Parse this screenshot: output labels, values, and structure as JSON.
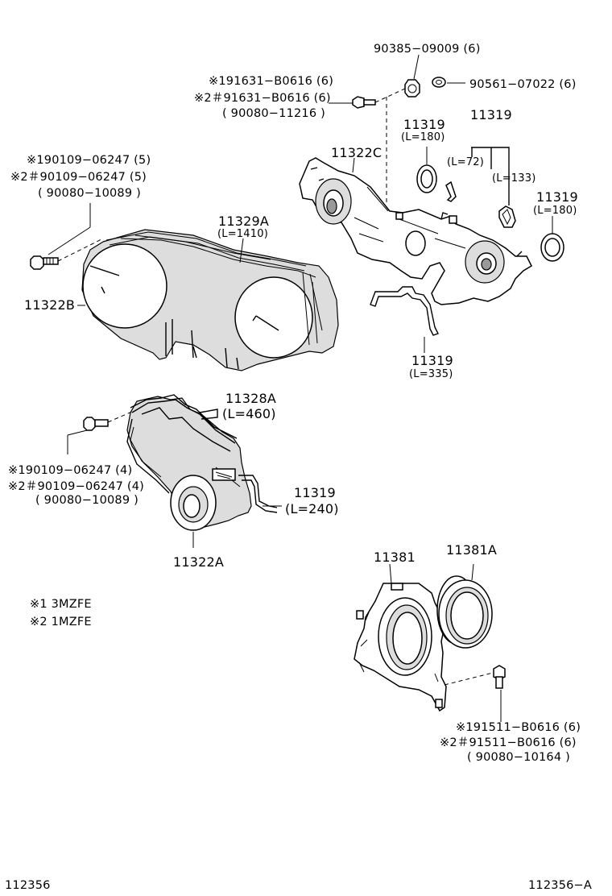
{
  "labels": {
    "nut_90385": "90385−09009 (6)",
    "washer_90561": "90561−07022 (6)",
    "bolt_top_1": "※191631−B0616 (6)",
    "bolt_top_2": "※2＃91631−B0616 (6)",
    "bolt_top_3": "( 90080−11216 )",
    "gasket_180_a": "11319",
    "gasket_180_a_len": "(L=180)",
    "gasket_group": "11319",
    "len_72": "(L=72)",
    "len_133": "(L=133)",
    "cover_11322c": "11322C",
    "gasket_180_b": "11319",
    "gasket_180_b_len": "(L=180)",
    "bolt_left_1": "※190109−06247 (5)",
    "bolt_left_2": "※2＃90109−06247 (5)",
    "bolt_left_3": "( 90080−10089 )",
    "gasket_11329a": "11329A",
    "gasket_11329a_len": "(L=1410)",
    "cover_11322b": "11322B",
    "gasket_335": "11319",
    "gasket_335_len": "(L=335)",
    "gasket_11328a": "11328A",
    "gasket_11328a_len": "(L=460)",
    "bolt_mid_1": "※190109−06247 (4)",
    "bolt_mid_2": "※2＃90109−06247 (4)",
    "bolt_mid_3": "( 90080−10089 )",
    "gasket_240": "11319",
    "gasket_240_len": "(L=240)",
    "cover_11322a": "11322A",
    "retainer_11381": "11381",
    "seal_11381a": "11381A",
    "note_1": "※1 3MZFE",
    "note_2": "※2 1MZFE",
    "bolt_bot_1": "※191511−B0616 (6)",
    "bolt_bot_2": "※2＃91511−B0616 (6)",
    "bolt_bot_3": "( 90080−10164 )",
    "footer_left": "112356",
    "footer_right": "112356−A"
  }
}
